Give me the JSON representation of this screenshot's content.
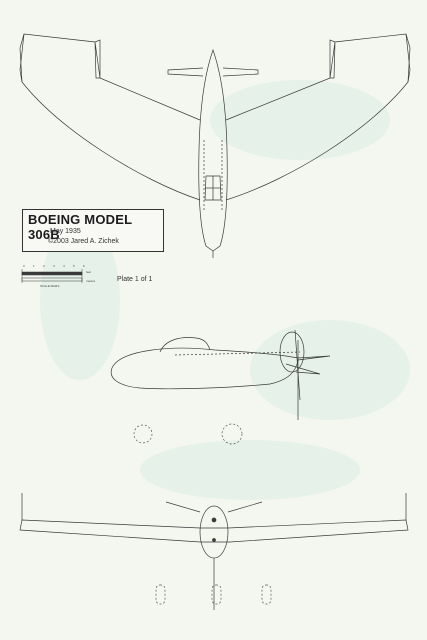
{
  "title_block": {
    "title": "BOEING MODEL 306B",
    "date": "May 1935",
    "copyright": "©2003 Jared A. Zichek"
  },
  "plate": "Plate 1 of 1",
  "scale": {
    "caption": "SCALE MARS",
    "ticks": [
      "0",
      "1",
      "2",
      "3",
      "4",
      "5",
      "6"
    ],
    "unit_top": "feet",
    "unit_bottom": "meters"
  },
  "colors": {
    "paper": "#f4f6f0",
    "ink": "#3a3a3a",
    "bleed": "#d9ede4"
  }
}
